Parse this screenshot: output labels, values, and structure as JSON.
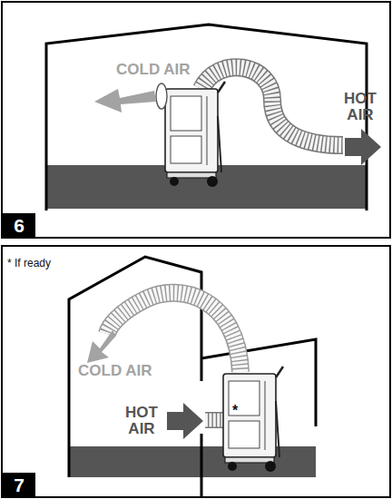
{
  "diagram": {
    "labels": [
      "COLD AIR",
      "HOT AIR",
      "6",
      "* If ready",
      "COLD AIR",
      "HOT AIR",
      "*",
      "7"
    ]
  }
}
